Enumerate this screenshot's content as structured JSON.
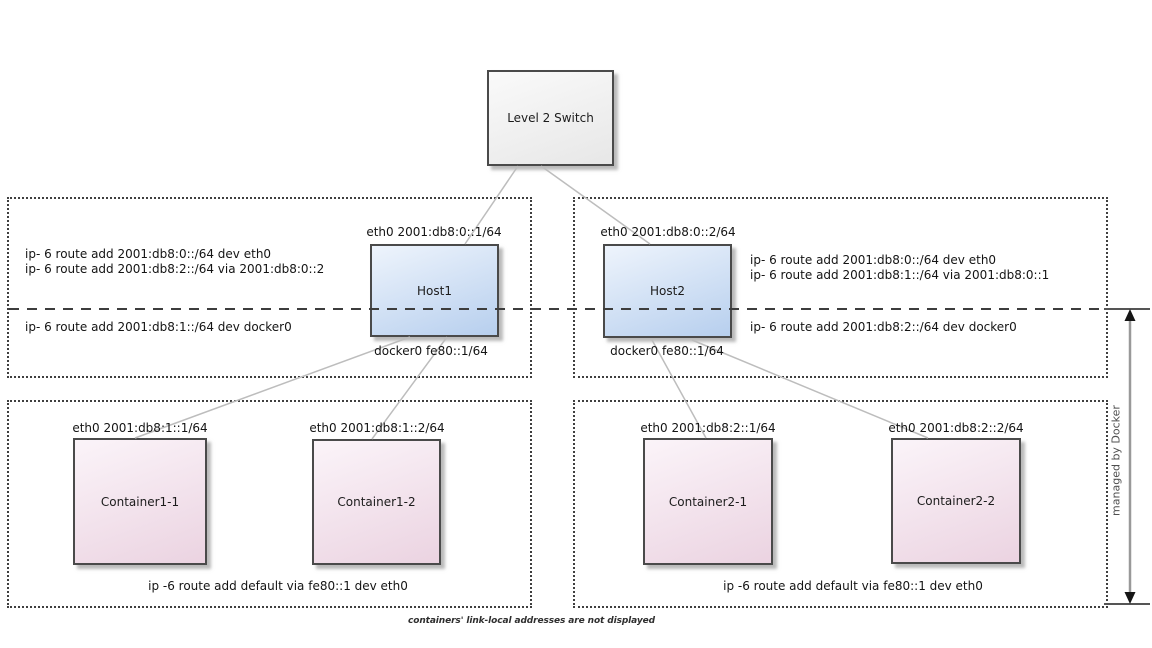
{
  "diagram": {
    "switch": {
      "label": "Level 2 Switch"
    },
    "hosts": [
      {
        "name": "Host1",
        "eth0_label": "eth0 2001:db8:0::1/64",
        "docker0_label": "docker0 fe80::1/64",
        "route_lines_upper": [
          "ip- 6 route add 2001:db8:0::/64 dev eth0",
          "ip- 6 route add 2001:db8:2::/64 via 2001:db8:0::2"
        ],
        "route_line_lower": "ip- 6 route add 2001:db8:1::/64 dev docker0"
      },
      {
        "name": "Host2",
        "eth0_label": "eth0 2001:db8:0::2/64",
        "docker0_label": "docker0 fe80::1/64",
        "route_lines_upper": [
          "ip- 6 route add 2001:db8:0::/64 dev eth0",
          "ip- 6 route add 2001:db8:1::/64 via 2001:db8:0::1"
        ],
        "route_line_lower": "ip- 6 route add 2001:db8:2::/64 dev docker0"
      }
    ],
    "containers": [
      {
        "name": "Container1-1",
        "eth0_label": "eth0 2001:db8:1::1/64"
      },
      {
        "name": "Container1-2",
        "eth0_label": "eth0 2001:db8:1::2/64"
      },
      {
        "name": "Container2-1",
        "eth0_label": "eth0 2001:db8:2::1/64"
      },
      {
        "name": "Container2-2",
        "eth0_label": "eth0 2001:db8:2::2/64"
      }
    ],
    "container_groups": [
      {
        "default_route": "ip -6 route add default via fe80::1 dev eth0"
      },
      {
        "default_route": "ip -6 route add default via fe80::1 dev eth0"
      }
    ],
    "side_label": "managed by Docker",
    "caption": "containers' link-local addresses are not displayed",
    "colors": {
      "host_fill_top": "#eef4fc",
      "host_fill_bottom": "#b7cfee",
      "container_fill_top": "#fbf4f9",
      "container_fill_bottom": "#ebd3e1",
      "switch_fill_top": "#fafafa",
      "switch_fill_bottom": "#e7e7e7",
      "box_border": "#4a4a4a",
      "connector_line": "#bdbdbd",
      "dashed_line": "#3d3d3d"
    }
  }
}
